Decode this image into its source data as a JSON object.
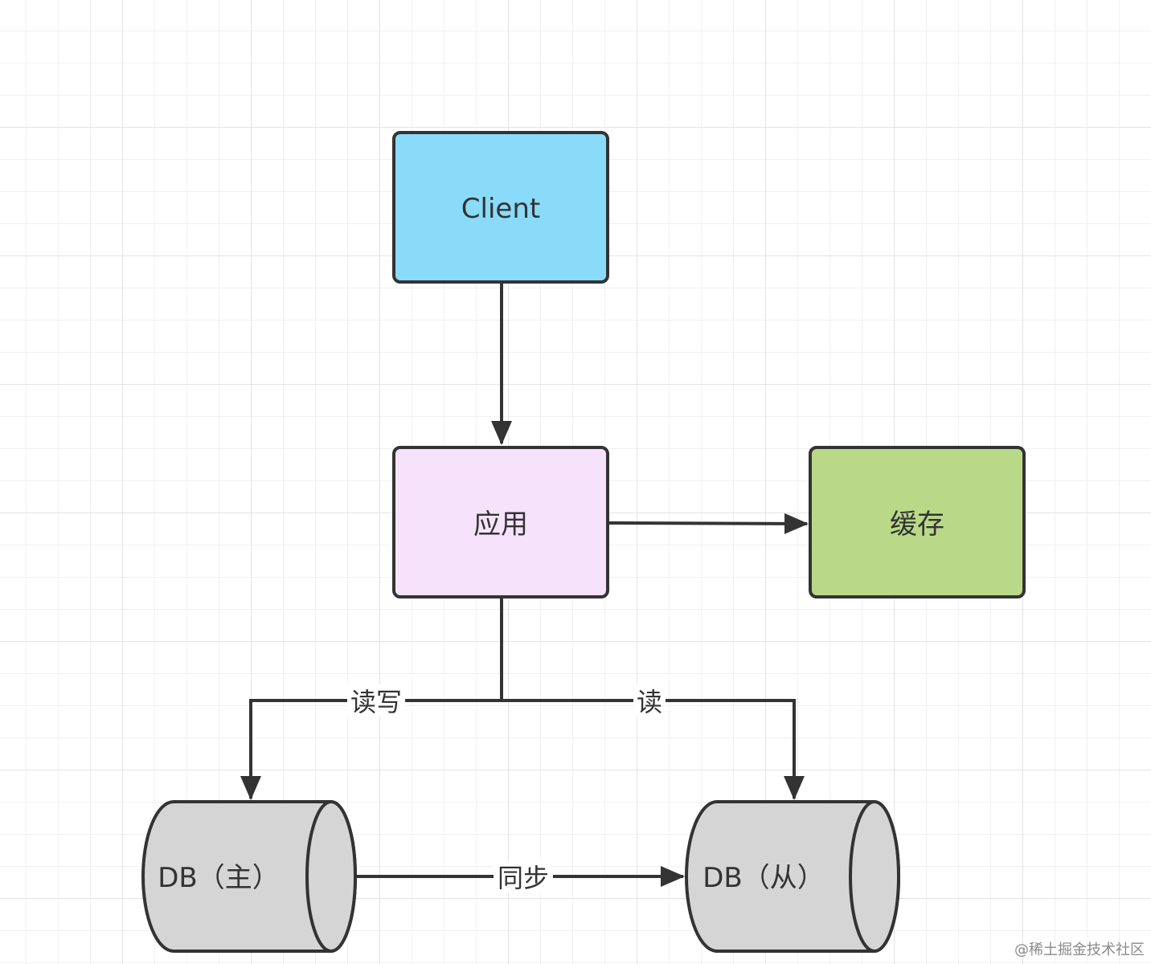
{
  "nodes": {
    "client": {
      "label": "Client",
      "color": "#89dbf9"
    },
    "app": {
      "label": "应用",
      "color": "#f6e3fb"
    },
    "cache": {
      "label": "缓存",
      "color": "#b9d989"
    },
    "db_master": {
      "label": "DB（主）",
      "color": "#d5d5d5"
    },
    "db_slave": {
      "label": "DB（从）",
      "color": "#d5d5d5"
    }
  },
  "edges": {
    "read_write": "读写",
    "read": "读",
    "sync": "同步"
  },
  "colors": {
    "stroke": "#333333"
  },
  "watermark": "@稀土掘金技术社区"
}
